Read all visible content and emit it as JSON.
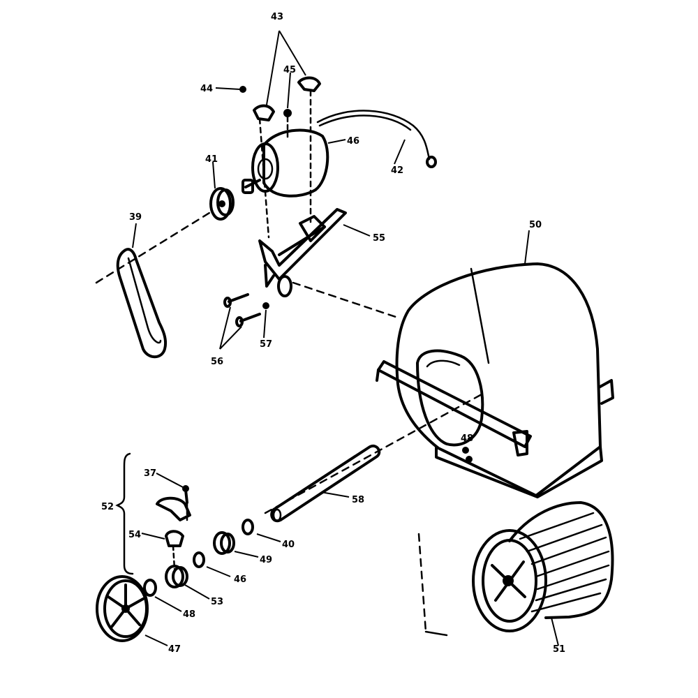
{
  "callouts": {
    "c37": "37",
    "c39": "39",
    "c40": "40",
    "c41": "41",
    "c42": "42",
    "c43": "43",
    "c44": "44",
    "c45": "45",
    "c46a": "46",
    "c46b": "46",
    "c47": "47",
    "c48a": "48",
    "c48b": "48",
    "c49": "49",
    "c50": "50",
    "c51": "51",
    "c52": "52",
    "c53": "53",
    "c54": "54",
    "c55": "55",
    "c56": "56",
    "c57": "57",
    "c58": "58"
  }
}
